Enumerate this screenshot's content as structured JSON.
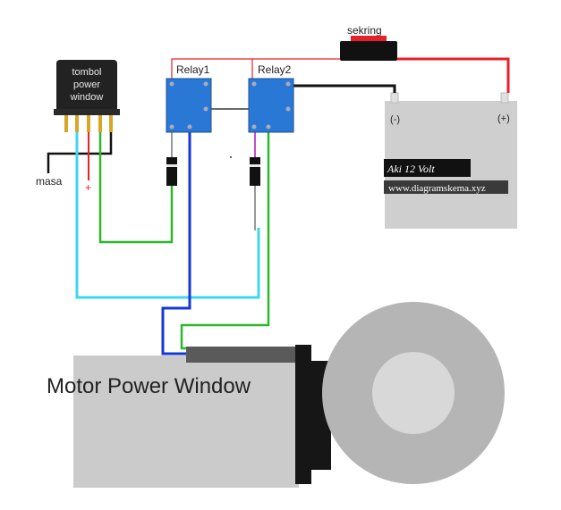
{
  "labels": {
    "switch": [
      "tombol",
      "power",
      "window"
    ],
    "ground": "masa",
    "positive_mark": "+",
    "relay1": "Relay1",
    "relay2": "Relay2",
    "fuse": "sekring",
    "battery_negative": "(-)",
    "battery_positive": "(+)",
    "battery_label": "Aki 12 Volt",
    "website": "www.diagramskema.xyz",
    "motor": "Motor Power Window"
  },
  "colors": {
    "wire_red": "#e8202a",
    "wire_black": "#111111",
    "wire_cyan": "#3fd6ef",
    "wire_green": "#2db82d",
    "wire_blue": "#1438d8",
    "wire_purple": "#c050c8",
    "relay_fill": "#2a78d6",
    "battery_body": "#cfcfcf",
    "motor_body": "#cbcbcb",
    "switch_body": "#222222",
    "pin_gold": "#d9a528"
  }
}
